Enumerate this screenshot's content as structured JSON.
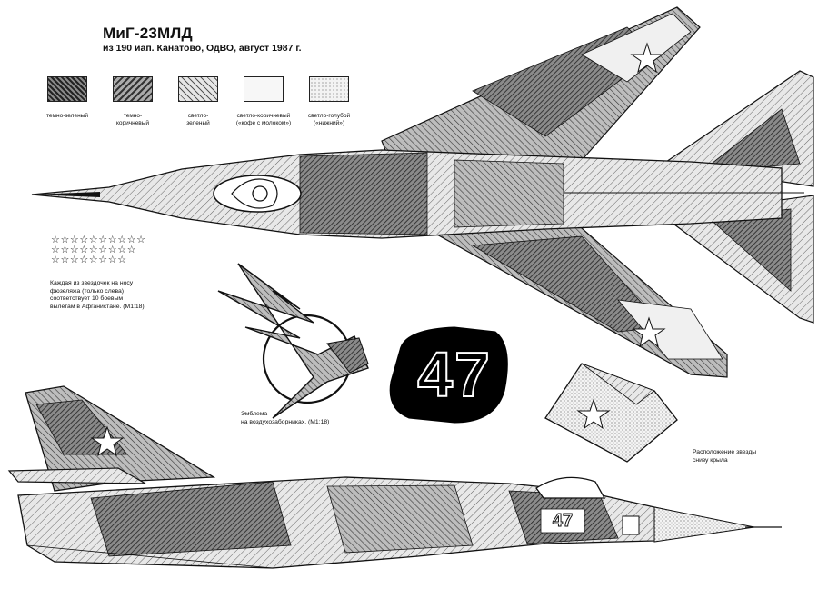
{
  "header": {
    "title": "МиГ-23МЛД",
    "subtitle": "из 190 иап. Канатово, ОдВО, август 1987 г."
  },
  "legend": [
    {
      "label": "темно-зеленый",
      "color": "#4a4a4a"
    },
    {
      "label": "темно-\nкоричневый",
      "color": "#6e6e6e"
    },
    {
      "label": "светло-\nзеленый",
      "color": "#9a9a9a"
    },
    {
      "label": "светло-коричневый\n(«кофе с молоком»)",
      "color": "#f2f2f2"
    },
    {
      "label": "светло-голубой\n(«нижний»)",
      "color": "#d9d9d9"
    }
  ],
  "stars": {
    "rows": [
      "☆☆☆☆☆☆☆☆☆☆",
      "☆☆☆☆☆☆☆☆☆",
      "☆☆☆☆☆☆☆☆"
    ],
    "note": "Каждая из звездочек на носу\nфюзеляжа (только слева)\nсоответствует 10 боевым\nвылетам в Афганистане. (М1:18)"
  },
  "emblem_note": "Эмблема\nна воздухозаборниках. (М1:18)",
  "board_number": "47",
  "wing_star_note": "Расположение звезды\nснизу крыла"
}
